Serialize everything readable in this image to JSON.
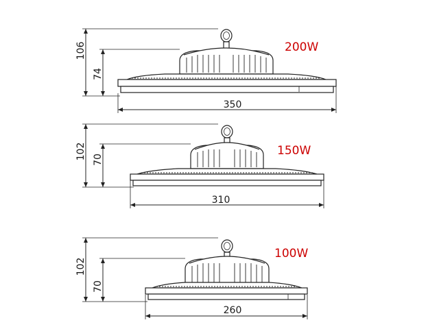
{
  "colors": {
    "wattage": "#cc0000",
    "line": "#222222"
  },
  "lamps": [
    {
      "wattage": "200W",
      "height_total": "106",
      "height_body": "74",
      "diameter": "350"
    },
    {
      "wattage": "150W",
      "height_total": "102",
      "height_body": "70",
      "diameter": "310"
    },
    {
      "wattage": "100W",
      "height_total": "102",
      "height_body": "70",
      "diameter": "260"
    }
  ]
}
